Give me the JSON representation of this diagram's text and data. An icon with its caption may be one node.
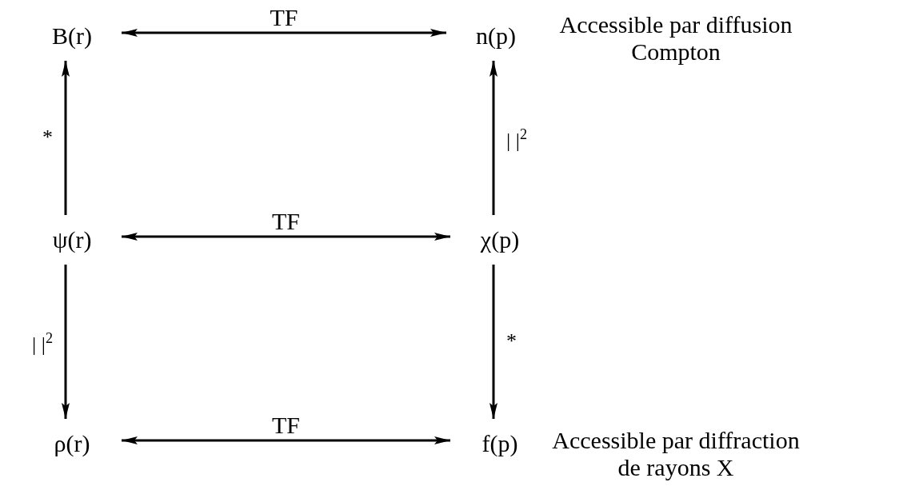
{
  "diagram": {
    "nodes": [
      {
        "text": [
          "B(r)"
        ]
      },
      {
        "text": [
          "n(p)"
        ],
        "beside": [
          "Accessible par diffusion Compton"
        ]
      },
      {
        "text": [
          "ψ(r)"
        ]
      },
      {
        "text": [
          "χ(p)"
        ]
      },
      {
        "text": [
          "ρ(r)"
        ]
      },
      {
        "text": [
          "f(p)"
        ],
        "beside": [
          "Accessible par diffraction de rayons X"
        ]
      }
    ],
    "edges": [
      {
        "from": 0,
        "to": 1,
        "arrow": "both",
        "label": "TF"
      },
      {
        "from": 2,
        "to": 0,
        "arrow": "to",
        "label": "*"
      },
      {
        "from": 3,
        "to": 1,
        "arrow": "to",
        "label": "| |$^{2}$"
      },
      {
        "from": 2,
        "to": 3,
        "arrow": "both",
        "label": "TF"
      },
      {
        "from": 2,
        "to": 4,
        "arrow": "to",
        "label": "| |$^{2}$"
      },
      {
        "from": 3,
        "to": 5,
        "arrow": "to",
        "label": "*"
      },
      {
        "from": 4,
        "to": 5,
        "arrow": "both",
        "label": "TF"
      }
    ]
  }
}
